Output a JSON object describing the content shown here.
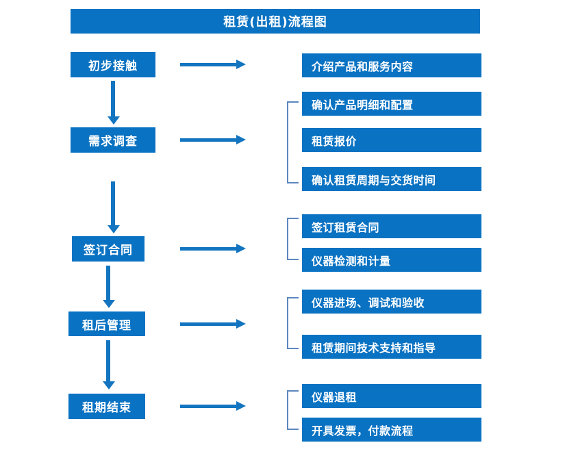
{
  "chart_data": {
    "type": "diagram",
    "title": "租赁(出租)流程图",
    "diagram_kind": "flowchart",
    "orientation": "vertical-with-side-details",
    "stages": [
      {
        "label": "初步接触",
        "details": [
          "介绍产品和服务内容"
        ]
      },
      {
        "label": "需求调查",
        "details": [
          "确认产品明细和配置",
          "租赁报价",
          "确认租赁周期与交货时间"
        ]
      },
      {
        "label": "签订合同",
        "details": [
          "签订租赁合同",
          "仪器检测和计量"
        ]
      },
      {
        "label": "租后管理",
        "details": [
          "仪器进场、调试和验收",
          "租赁期间技术支持和指导"
        ]
      },
      {
        "label": "租期结束",
        "details": [
          "仪器退租",
          "开具发票，付款流程"
        ]
      }
    ]
  },
  "header": {
    "title": "租赁(出租)流程图"
  },
  "colors": {
    "box_fill": "#0A72C2",
    "box_text": "#FFFFFF",
    "arrow": "#1375C0",
    "bracket": "#5B87BE",
    "background": "#FFFFFF"
  },
  "stages": [
    {
      "label": "初步接触"
    },
    {
      "label": "需求调查"
    },
    {
      "label": "签订合同"
    },
    {
      "label": "租后管理"
    },
    {
      "label": "租期结束"
    }
  ],
  "details": [
    {
      "label": "介绍产品和服务内容"
    },
    {
      "label": "确认产品明细和配置"
    },
    {
      "label": "租赁报价"
    },
    {
      "label": "确认租赁周期与交货时间"
    },
    {
      "label": "签订租赁合同"
    },
    {
      "label": "仪器检测和计量"
    },
    {
      "label": "仪器进场、调试和验收"
    },
    {
      "label": "租赁期间技术支持和指导"
    },
    {
      "label": "仪器退租"
    },
    {
      "label": "开具发票，付款流程"
    }
  ]
}
